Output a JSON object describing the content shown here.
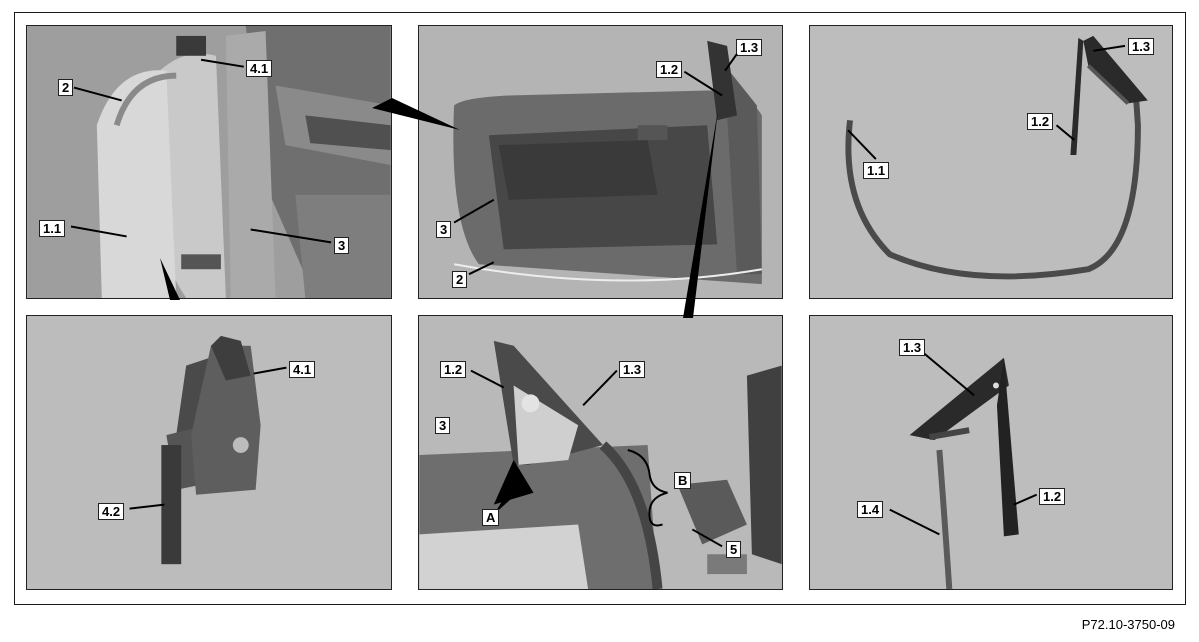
{
  "figure_ref": "P72.10-3750-09",
  "panels": {
    "p1": {
      "labels": {
        "a": "4.1",
        "b": "2",
        "c": "1.1",
        "d": "3"
      }
    },
    "p2": {
      "labels": {
        "a": "1.2",
        "b": "1.3",
        "c": "3",
        "d": "2"
      }
    },
    "p3": {
      "labels": {
        "a": "1.3",
        "b": "1.2",
        "c": "1.1"
      }
    },
    "p4": {
      "labels": {
        "a": "4.1",
        "b": "4.2"
      }
    },
    "p5": {
      "labels": {
        "a": "1.2",
        "b": "1.3",
        "c": "3",
        "d": "B",
        "e": "A",
        "f": "5"
      }
    },
    "p6": {
      "labels": {
        "a": "1.3",
        "b": "1.2",
        "c": "1.4"
      }
    }
  }
}
